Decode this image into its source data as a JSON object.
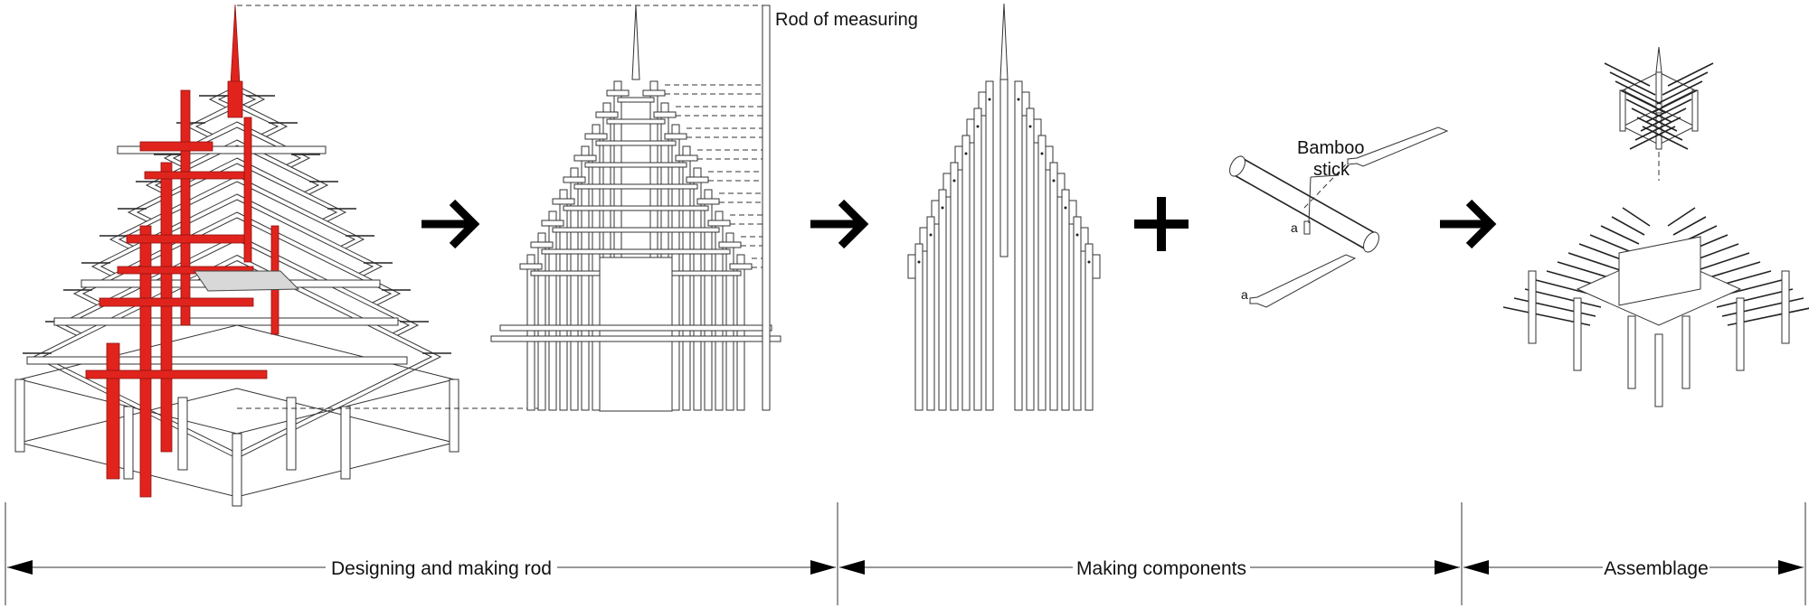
{
  "labels": {
    "rod_of_measuring": "Rod of measuring",
    "bamboo": "Bamboo",
    "stick": "stick",
    "joint_a_upper": "a",
    "joint_a_lower": "a"
  },
  "stages": [
    {
      "label": "Designing and making rod"
    },
    {
      "label": "Making components"
    },
    {
      "label": "Assemblage"
    }
  ],
  "colors": {
    "highlight": "#e0241d",
    "line": "#222222",
    "fill_grey": "#d8d8d8"
  }
}
